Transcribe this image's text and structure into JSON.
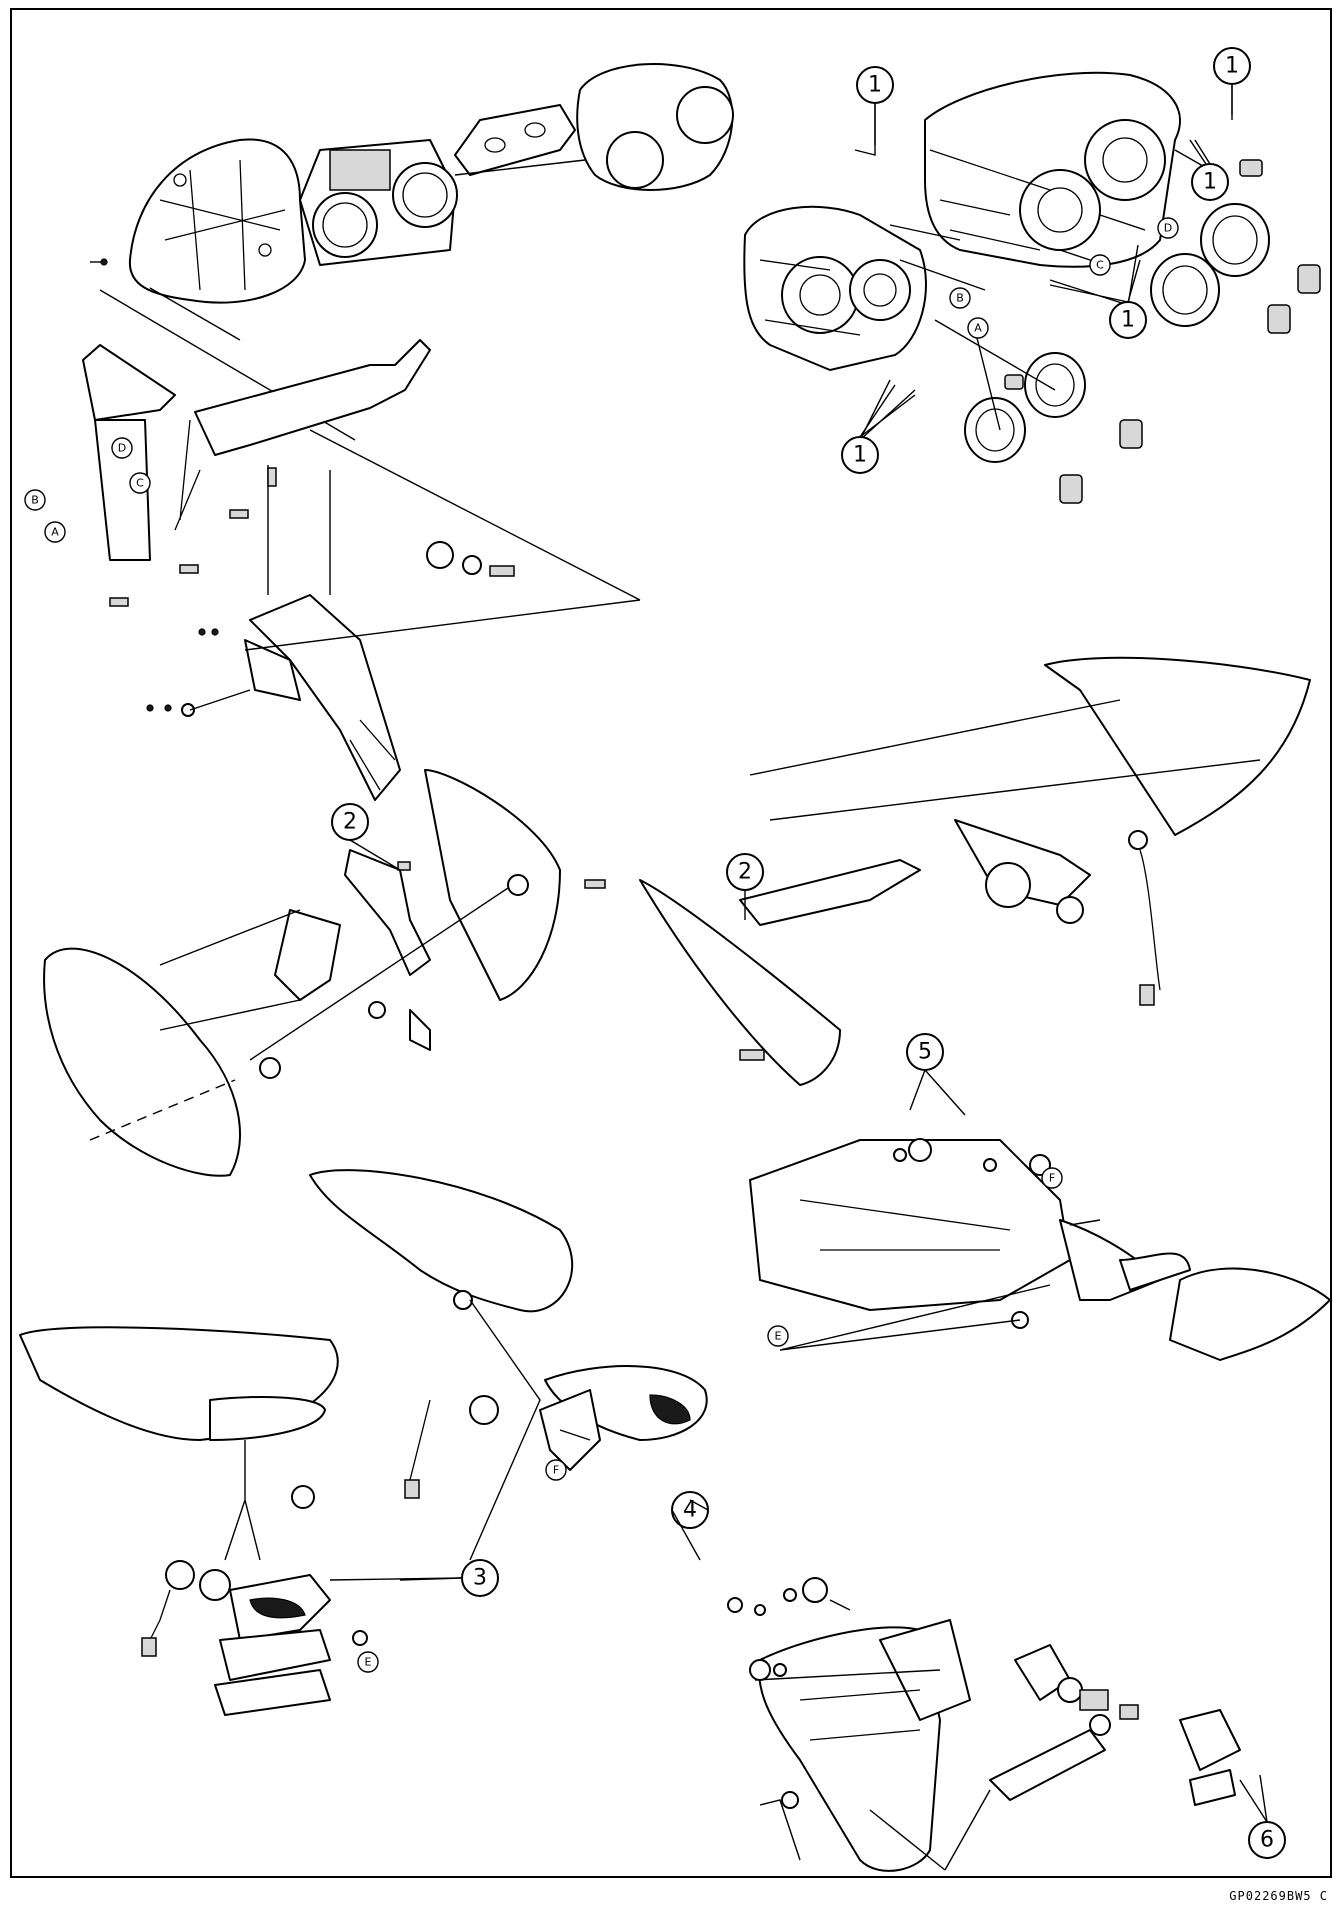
{
  "figure_code": "GP02269BW5 C",
  "callouts": [
    {
      "id": "c1a",
      "label": "1"
    },
    {
      "id": "c1b",
      "label": "1"
    },
    {
      "id": "c1c",
      "label": "1"
    },
    {
      "id": "c1d",
      "label": "1"
    },
    {
      "id": "c1e",
      "label": "1"
    },
    {
      "id": "c2a",
      "label": "2"
    },
    {
      "id": "c2b",
      "label": "2"
    },
    {
      "id": "c3",
      "label": "3"
    },
    {
      "id": "c4",
      "label": "4"
    },
    {
      "id": "c5",
      "label": "5"
    },
    {
      "id": "c6",
      "label": "6"
    }
  ],
  "letters": [
    {
      "id": "la1",
      "label": "A"
    },
    {
      "id": "lb1",
      "label": "B"
    },
    {
      "id": "lc1",
      "label": "C"
    },
    {
      "id": "ld1",
      "label": "D"
    },
    {
      "id": "la2",
      "label": "A"
    },
    {
      "id": "lb2",
      "label": "B"
    },
    {
      "id": "lc2",
      "label": "C"
    },
    {
      "id": "ld2",
      "label": "D"
    },
    {
      "id": "le1",
      "label": "E"
    },
    {
      "id": "le2",
      "label": "E"
    },
    {
      "id": "lf1",
      "label": "F"
    },
    {
      "id": "lf2",
      "label": "F"
    }
  ]
}
